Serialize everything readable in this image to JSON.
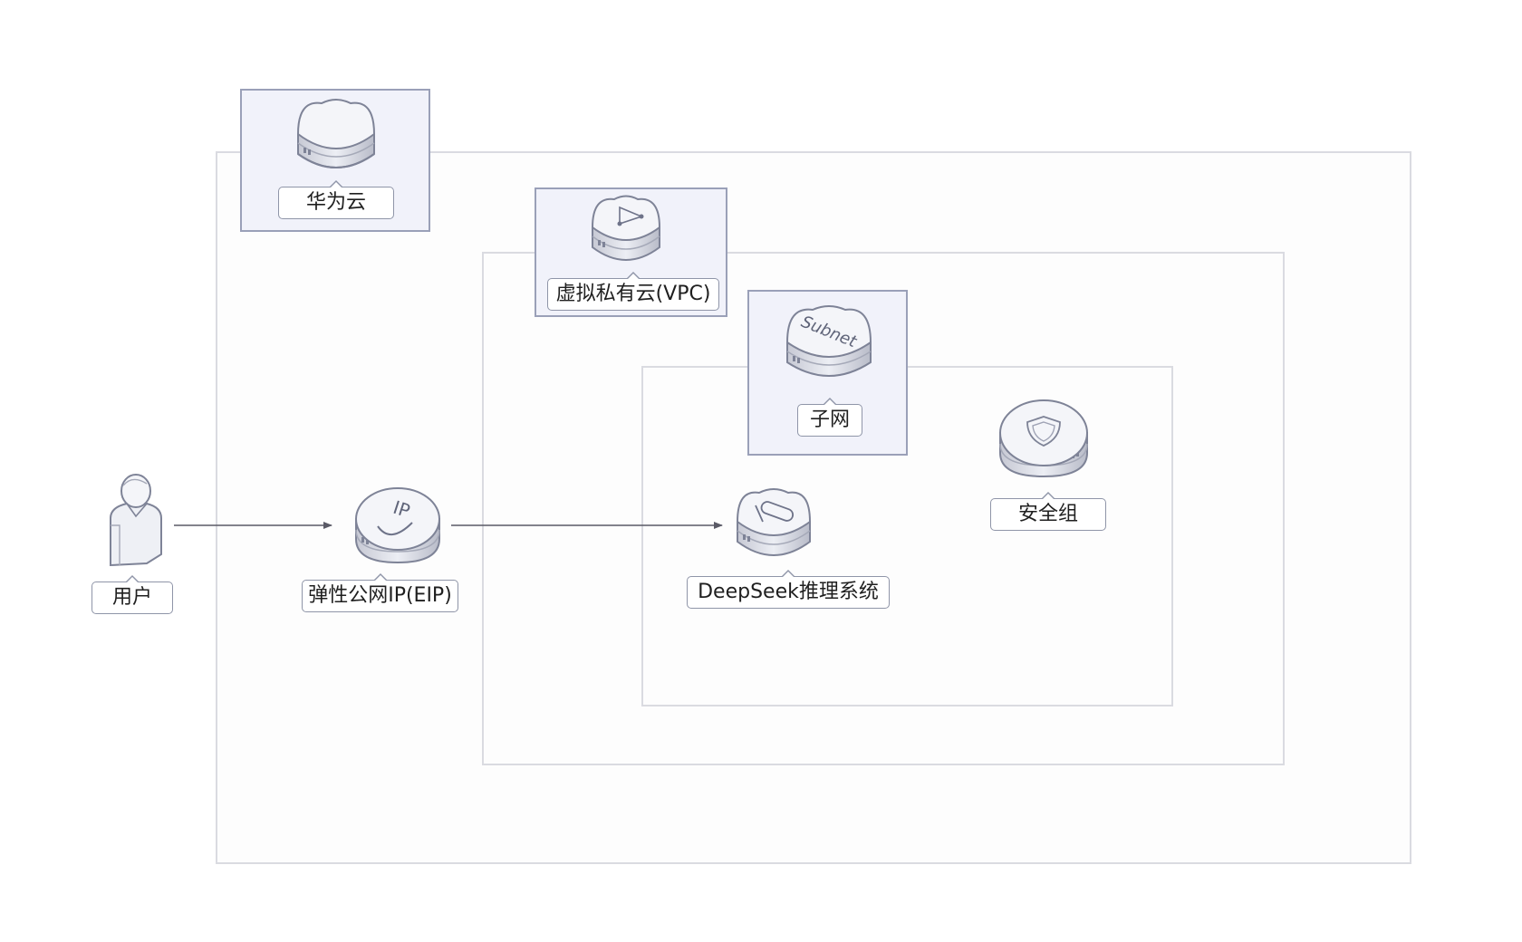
{
  "colors": {
    "region_border": "#dadbe1",
    "tag_background": "#f1f2fa",
    "tag_border": "#9aa0b8",
    "icon_top": "#f3f4f8",
    "icon_side": "#d3d5de",
    "arrow": "#5a5a66"
  },
  "nodes": {
    "huawei_cloud": {
      "label": "华为云",
      "icon": "cloud-icon"
    },
    "vpc": {
      "label": "虚拟私有云(VPC)",
      "icon": "vpc-icon"
    },
    "subnet": {
      "label": "子网",
      "icon": "subnet-icon",
      "icon_text": "Subnet"
    },
    "security_group": {
      "label": "安全组",
      "icon": "shield-icon"
    },
    "user": {
      "label": "用户",
      "icon": "user-icon"
    },
    "eip": {
      "label": "弹性公网IP(EIP)",
      "icon": "eip-icon",
      "icon_text": "IP"
    },
    "deepseek": {
      "label": "DeepSeek推理系统",
      "icon": "server-icon"
    }
  },
  "edges": [
    {
      "from": "用户",
      "to": "弹性公网IP(EIP)"
    },
    {
      "from": "弹性公网IP(EIP)",
      "to": "DeepSeek推理系统"
    }
  ]
}
